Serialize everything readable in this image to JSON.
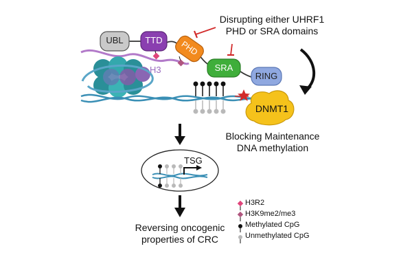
{
  "domains": {
    "ubl": "UBL",
    "ttd": "TTD",
    "phd": "PHD",
    "sra": "SRA",
    "ring": "RING",
    "dnmt1": "DNMT1",
    "histone": "H3"
  },
  "annotations": {
    "disrupt_line1": "Disrupting either UHRF1",
    "disrupt_line2": "PHD or SRA domains",
    "blocking_line1": "Blocking Maintenance",
    "blocking_line2": "DNA methylation",
    "tsg": "TSG",
    "reversing_line1": "Reversing oncogenic",
    "reversing_line2": "properties of CRC"
  },
  "legend": [
    {
      "label": "H3R2",
      "color": "#e0457b"
    },
    {
      "label": "H3K9me2/me3",
      "color": "#b0567f"
    },
    {
      "label": "Methylated CpG",
      "color": "#111111"
    },
    {
      "label": "Unmethylated CpG",
      "color": "#b9b9b9"
    }
  ],
  "colors": {
    "ubl": "#c9c9c9",
    "ttd": "#8a3fb0",
    "phd": "#f28a1e",
    "sra": "#3fae3a",
    "ring": "#8fa8e0",
    "dnmt1": "#f5c21b",
    "nucleosome": "#2f9fa6",
    "dna": "#3a8fb5",
    "inhibit": "#d22b2b"
  }
}
